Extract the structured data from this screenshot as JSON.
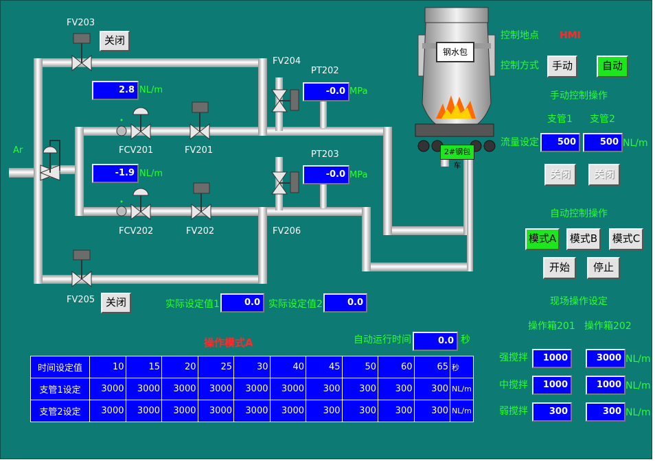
{
  "pipe_labels": {
    "ar": "Ar",
    "fv203": "FV203",
    "fv204": "FV204",
    "fv201": "FV201",
    "fcv201": "FCV201",
    "fcv202": "FCV202",
    "fv202": "FV202",
    "fv206": "FV206",
    "fv205": "FV205",
    "pt202": "PT202",
    "pt203": "PT203"
  },
  "flow": {
    "fcv201_value": "2.8",
    "fcv202_value": "-1.9",
    "unit": "NL/m"
  },
  "pressure": {
    "pt202_value": "-0.0",
    "pt203_value": "-0.0",
    "unit": "MPa"
  },
  "valve_buttons": {
    "fv203": "关闭",
    "fv205": "关闭"
  },
  "ladle": {
    "label": "钢水包",
    "car_label": "2#钢包车"
  },
  "control": {
    "location_label": "控制地点",
    "location_value": "HMI",
    "mode_label": "控制方式",
    "manual_btn": "手动",
    "auto_btn": "自动",
    "manual_title": "手动控制操作",
    "branch1": "支管1",
    "branch2": "支管2",
    "flow_setting_label": "流量设定",
    "flow1": "500",
    "flow2": "500",
    "flow_unit": "NL/m",
    "close1": "关闭",
    "close2": "关闭",
    "auto_title": "自动控制操作",
    "mode_a": "模式A",
    "mode_b": "模式B",
    "mode_c": "模式C",
    "start": "开始",
    "stop": "停止",
    "site_title": "现场操作设定",
    "box201": "操作箱201",
    "box202": "操作箱202",
    "stir_rows": [
      {
        "label": "强搅拌",
        "v1": "1000",
        "v2": "3000",
        "unit": "NL/m"
      },
      {
        "label": "中搅拌",
        "v1": "1000",
        "v2": "1000",
        "unit": "NL/m"
      },
      {
        "label": "弱搅拌",
        "v1": "300",
        "v2": "300",
        "unit": "NL/m"
      }
    ]
  },
  "actual": {
    "label1": "实际设定值1",
    "value1": "0.0",
    "label2": "实际设定值2",
    "value2": "0.0"
  },
  "schedule": {
    "title": "操作模式A",
    "runtime_label": "自动运行时间",
    "runtime_value": "0.0",
    "runtime_unit": "秒",
    "row_time": {
      "label": "时间设定值",
      "values": [
        "10",
        "15",
        "20",
        "25",
        "30",
        "40",
        "45",
        "50",
        "60",
        "65"
      ],
      "unit": "秒"
    },
    "row_b1": {
      "label": "支管1设定",
      "values": [
        "3000",
        "3000",
        "3000",
        "3000",
        "3000",
        "3000",
        "300",
        "300",
        "300",
        "300"
      ],
      "unit": "NL/m"
    },
    "row_b2": {
      "label": "支管2设定",
      "values": [
        "3000",
        "3000",
        "3000",
        "3000",
        "3000",
        "3000",
        "300",
        "300",
        "300",
        "300"
      ],
      "unit": "NL/m"
    }
  }
}
